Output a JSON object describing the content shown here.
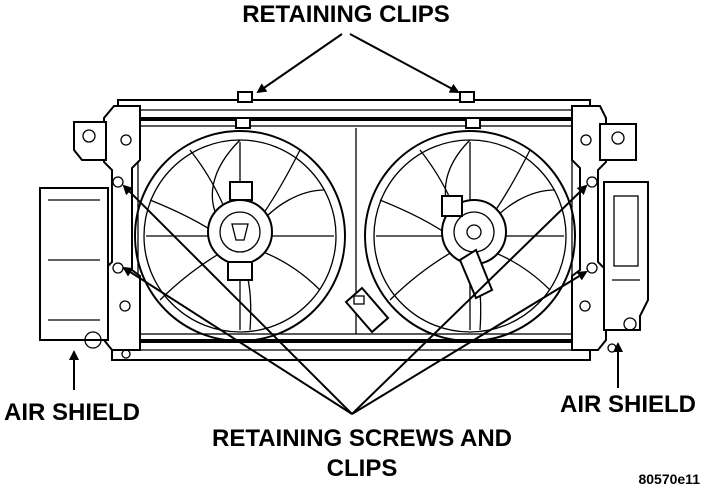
{
  "labels": {
    "retaining_clips": "RETAINING CLIPS",
    "air_shield_left": "AIR SHIELD",
    "air_shield_right": "AIR SHIELD",
    "retaining_screws_line1": "RETAINING SCREWS AND",
    "retaining_screws_line2": "CLIPS",
    "figure_id": "80570e11"
  }
}
